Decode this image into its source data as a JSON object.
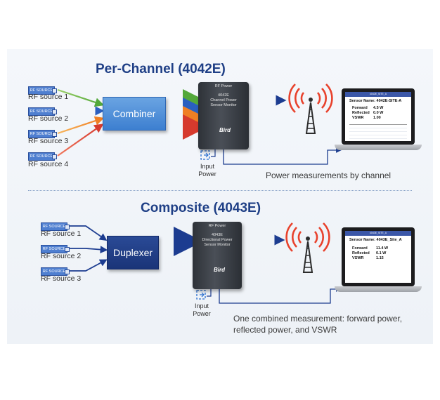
{
  "per_channel": {
    "title": "Per-Channel (4042E)",
    "sources": [
      {
        "tag": "RF SOURCE 1",
        "label": "RF source 1"
      },
      {
        "tag": "RF SOURCE 2",
        "label": "RF source 2"
      },
      {
        "tag": "RF SOURCE 3",
        "label": "RF source 3"
      },
      {
        "tag": "RF SOURCE 4",
        "label": "RF source 4"
      }
    ],
    "box_label": "Combiner",
    "sensor": {
      "top_label": "RF Power",
      "model": "4042E",
      "line1": "Channel Power",
      "line2": "Sensor Monitor",
      "brand": "Bird"
    },
    "input_power": [
      "Input",
      "Power"
    ],
    "caption": "Power measurements by channel",
    "screen": {
      "bar": "4042E_SITE_A",
      "sensor_name": "Sensor Name: 4042E-SITE-A",
      "rows": [
        {
          "k": "Forward",
          "v": "4.5 W"
        },
        {
          "k": "Reflected",
          "v": "0.0 W"
        },
        {
          "k": "VSWR",
          "v": "1.00"
        }
      ]
    },
    "arrow_colors": [
      "#7ec24a",
      "#2a6fd0",
      "#f08a2c",
      "#e04b3a"
    ]
  },
  "composite": {
    "title": "Composite (4043E)",
    "sources": [
      {
        "tag": "RF SOURCE 1",
        "label": "RF source 1"
      },
      {
        "tag": "RF SOURCE 2",
        "label": "RF source 2"
      },
      {
        "tag": "RF SOURCE 3",
        "label": "RF source 3"
      }
    ],
    "box_label": "Duplexer",
    "sensor": {
      "top_label": "RF Power",
      "model": "4043E",
      "line1": "Directional Power",
      "line2": "Sensor Monitor",
      "brand": "Bird"
    },
    "input_power": [
      "Input",
      "Power"
    ],
    "caption_lines": [
      "One combined measurement: forward power,",
      "reflected power, and VSWR"
    ],
    "screen": {
      "bar": "4043E_SITE_A",
      "sensor_name": "Sensor Name: 4043E_Site_A",
      "rows": [
        {
          "k": "Forward",
          "v": "11.4 W"
        },
        {
          "k": "Reflected",
          "v": "0.1 W"
        },
        {
          "k": "VSWR",
          "v": "1.15"
        }
      ]
    }
  },
  "colors": {
    "title": "#1f3f86",
    "feed_line": "#1d3d8f",
    "antenna_waves": "#e8422c",
    "combiner": "#4b8ad8",
    "duplexer": "#203e88"
  }
}
